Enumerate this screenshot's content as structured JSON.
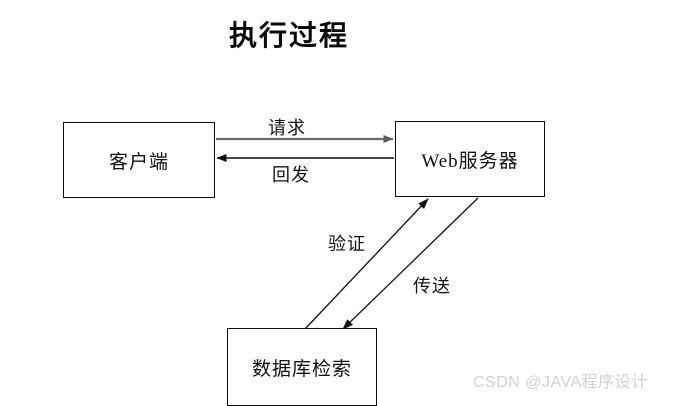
{
  "title": "执行过程",
  "nodes": {
    "client": {
      "label": "客户端"
    },
    "webserver": {
      "label": "Web服务器"
    },
    "database": {
      "label": "数据库检索"
    }
  },
  "edges": {
    "request": {
      "label": "请求"
    },
    "postback": {
      "label": "回发"
    },
    "verify": {
      "label": "验证"
    },
    "transmit": {
      "label": "传送"
    }
  },
  "watermark": "CSDN @JAVA程序设计",
  "colors": {
    "background": "#ffffff",
    "stroke": "#0d0d0d",
    "request_arrow": "#6e6e6e",
    "text": "#111111",
    "watermark": "#d2d2d2"
  }
}
